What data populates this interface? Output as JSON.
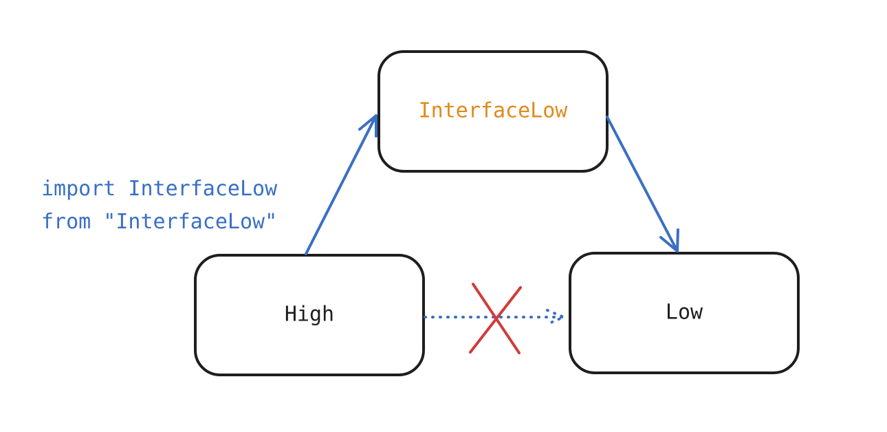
{
  "nodes": {
    "interface": {
      "label": "InterfaceLow"
    },
    "high": {
      "label": "High"
    },
    "low": {
      "label": "Low"
    }
  },
  "annotation": {
    "line1": "import InterfaceLow",
    "line2": "from \"InterfaceLow\""
  },
  "colors": {
    "stroke": "#1e1e1e",
    "arrow": "#3a6fc4",
    "accent_text": "#e08a1e",
    "forbidden": "#d23b3b"
  }
}
